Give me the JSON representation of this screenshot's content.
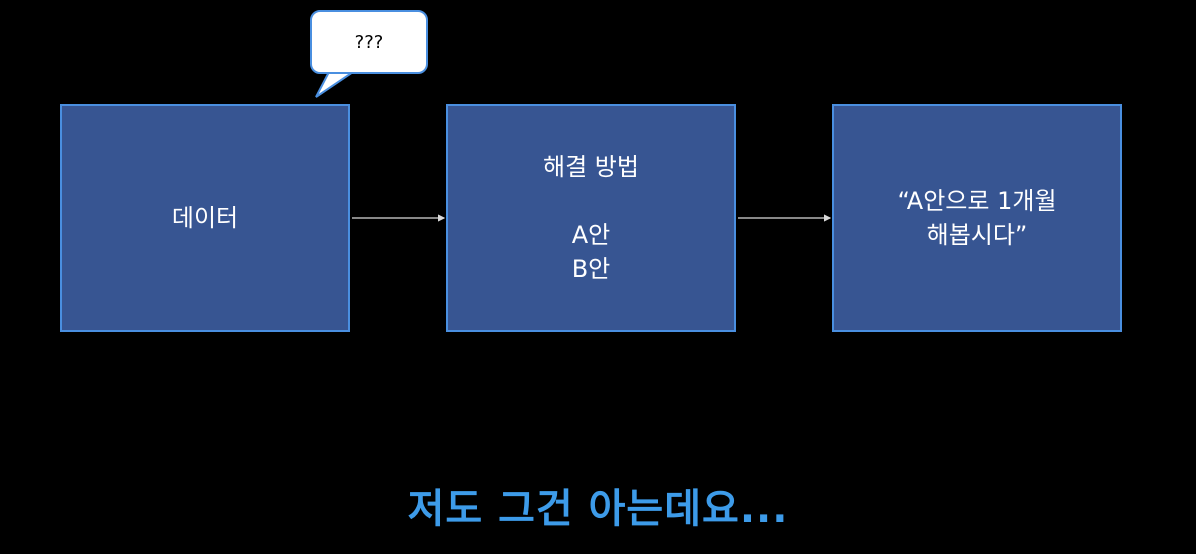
{
  "diagram": {
    "boxes": [
      {
        "lines": [
          "데이터"
        ]
      },
      {
        "title": "해결 방법",
        "lines": [
          "A안",
          "B안"
        ]
      },
      {
        "lines": [
          "“A안으로 1개월",
          "해봅시다”"
        ]
      }
    ],
    "speech_bubble": "???",
    "caption": "저도 그건 아는데요...",
    "colors": {
      "background": "#000000",
      "box_fill": "#375592",
      "box_border": "#4a8fe0",
      "caption": "#3d9be9",
      "bubble_fill": "#ffffff"
    }
  }
}
